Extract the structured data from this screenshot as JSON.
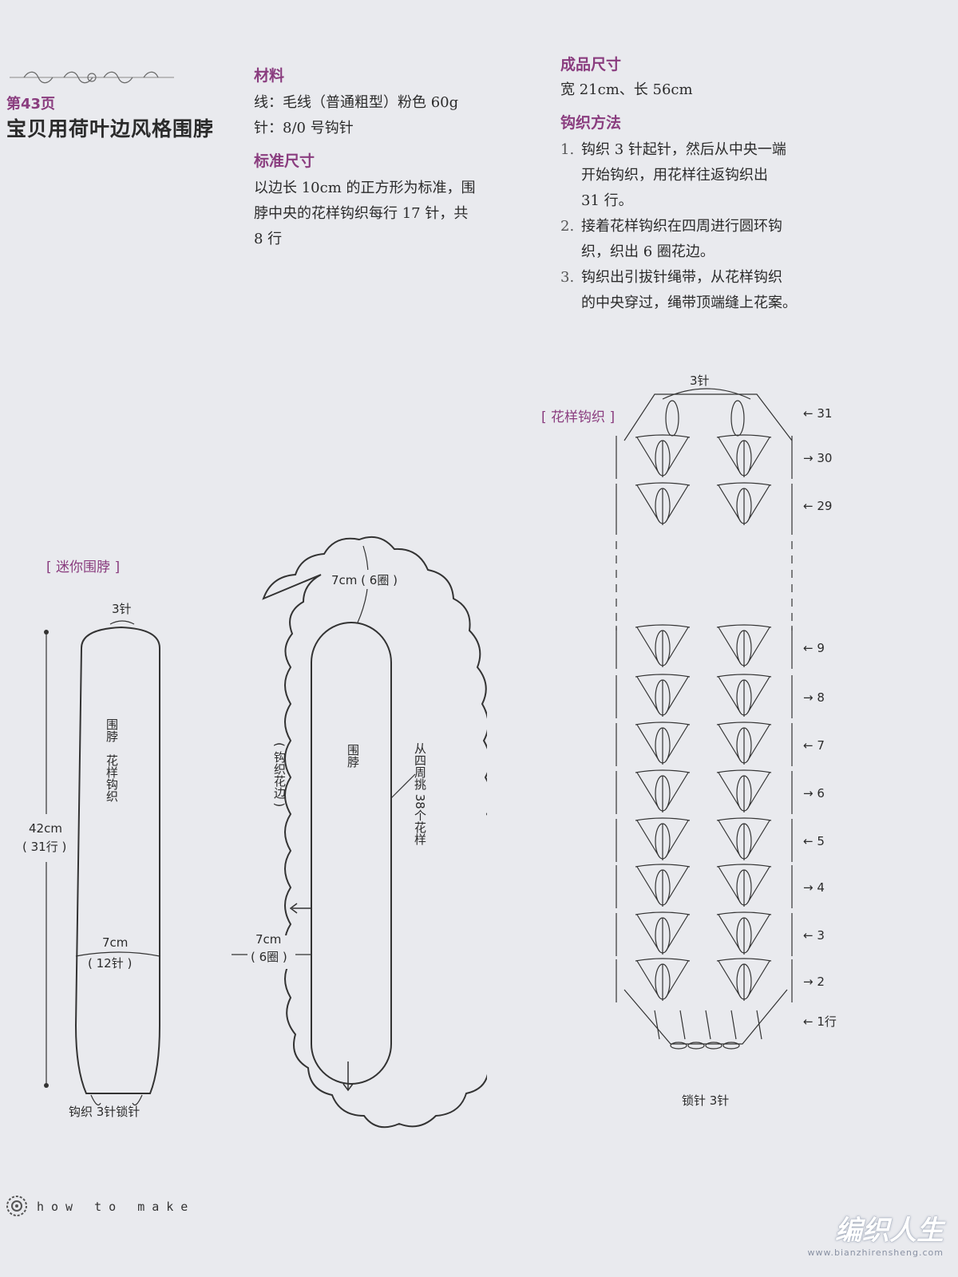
{
  "header": {
    "page_no": "第43页",
    "title": "宝贝用荷叶边风格围脖"
  },
  "materials": {
    "heading": "材料",
    "lines": [
      "线：毛线（普通粗型）粉色 60g",
      "针：8/0 号钩针"
    ]
  },
  "gauge": {
    "heading": "标准尺寸",
    "lines": [
      "以边长 10cm 的正方形为标准，围",
      "脖中央的花样钩织每行 17 针，共",
      "8 行"
    ]
  },
  "finished_size": {
    "heading": "成品尺寸",
    "text": "宽 21cm、长 56cm"
  },
  "method": {
    "heading": "钩织方法",
    "steps": [
      {
        "num": "1.",
        "lines": [
          "钩织 3 针起针，然后从中央一端",
          "开始钩织，用花样往返钩织出",
          "31 行。"
        ]
      },
      {
        "num": "2.",
        "lines": [
          "接着花样钩织在四周进行圆环钩",
          "织，织出 6 圈花边。"
        ]
      },
      {
        "num": "3.",
        "lines": [
          "钩织出引拔针绳带，从花样钩织",
          "的中央穿过，绳带顶端缝上花案。"
        ]
      }
    ]
  },
  "mini_scarf": {
    "section_label": "[ 迷你围脖 ]",
    "top_label": "3针",
    "inner_label_1": "围脖",
    "inner_label_2": "花样钩织",
    "length_label": "42cm",
    "rows_label": "( 31行 )",
    "width_label": "7cm",
    "stitches_label": "( 12针 )",
    "bottom_label": "钩织 3针锁针"
  },
  "ruffle_scarf": {
    "top_label": "7cm ( 6圈 )",
    "left_label": "( 钩织花边 )",
    "center_label": "围脖",
    "right_label": "从四周挑 38个花样",
    "side_label_1": "7cm",
    "side_label_2": "( 6圈 )"
  },
  "pattern_chart": {
    "section_label": "[ 花样钩织 ]",
    "top_label": "3针",
    "bottom_label": "锁针 3针",
    "rows": [
      {
        "label": "← 31",
        "dir": "left"
      },
      {
        "label": "→ 30",
        "dir": "right"
      },
      {
        "label": "← 29",
        "dir": "left"
      },
      {
        "label": "← 9",
        "dir": "left"
      },
      {
        "label": "→ 8",
        "dir": "right"
      },
      {
        "label": "← 7",
        "dir": "left"
      },
      {
        "label": "→ 6",
        "dir": "right"
      },
      {
        "label": "← 5",
        "dir": "left"
      },
      {
        "label": "→ 4",
        "dir": "right"
      },
      {
        "label": "← 3",
        "dir": "left"
      },
      {
        "label": "→ 2",
        "dir": "right"
      },
      {
        "label": "← 1行",
        "dir": "left"
      }
    ]
  },
  "footer": {
    "brand": "how to make"
  },
  "watermark": {
    "main": "编织人生",
    "url": "www.bianzhirensheng.com"
  }
}
